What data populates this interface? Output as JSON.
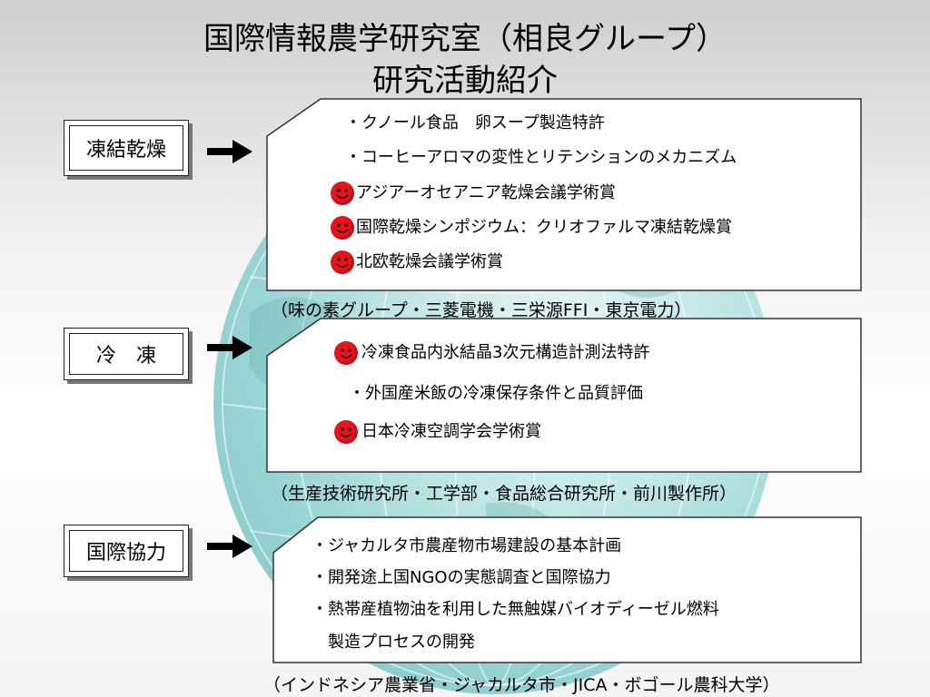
{
  "title": {
    "line1": "国際情報農学研究室（相良グループ）",
    "line2": "研究活動紹介"
  },
  "sections": [
    {
      "label": "凍結乾燥",
      "items": [
        {
          "text": "・クノール食品　卵スープ製造特許",
          "award": false
        },
        {
          "text": "・コーヒーアロマの変性とリテンションのメカニズム",
          "award": false
        },
        {
          "text": "アジアーオセアニア乾燥会議学術賞",
          "award": true
        },
        {
          "text": "国際乾燥シンポジウム：クリオファルマ凍結乾燥賞",
          "award": true
        },
        {
          "text": "北欧乾燥会議学術賞",
          "award": true
        }
      ],
      "caption": "（味の素グループ・三菱電機・三栄源FFI・東京電力）"
    },
    {
      "label": "冷　凍",
      "items": [
        {
          "text": "冷凍食品内氷結晶3次元構造計測法特許",
          "award": true
        },
        {
          "text": "・外国産米飯の冷凍保存条件と品質評価",
          "award": false
        },
        {
          "text": "日本冷凍空調学会学術賞",
          "award": true
        }
      ],
      "caption": "（生産技術研究所・工学部・食品総合研究所・前川製作所）"
    },
    {
      "label": "国際協力",
      "items": [
        {
          "text": "・ジャカルタ市農産物市場建設の基本計画",
          "award": false
        },
        {
          "text": "・開発途上国NGOの実態調査と国際協力",
          "award": false
        },
        {
          "text": "・熱帯産植物油を利用した無触媒バイオディーゼル燃料",
          "award": false
        },
        {
          "text": "　製造プロセスの開発",
          "award": false
        }
      ],
      "caption": "（インドネシア農業省・ジャカルタ市・JICA・ボゴール農科大学）"
    }
  ],
  "icons": {
    "award": "smiley-face-icon",
    "arrow": "right-arrow-icon",
    "background": "globe-icon"
  },
  "colors": {
    "award_red": "#e8141b",
    "globe": "#8dcfcf"
  }
}
